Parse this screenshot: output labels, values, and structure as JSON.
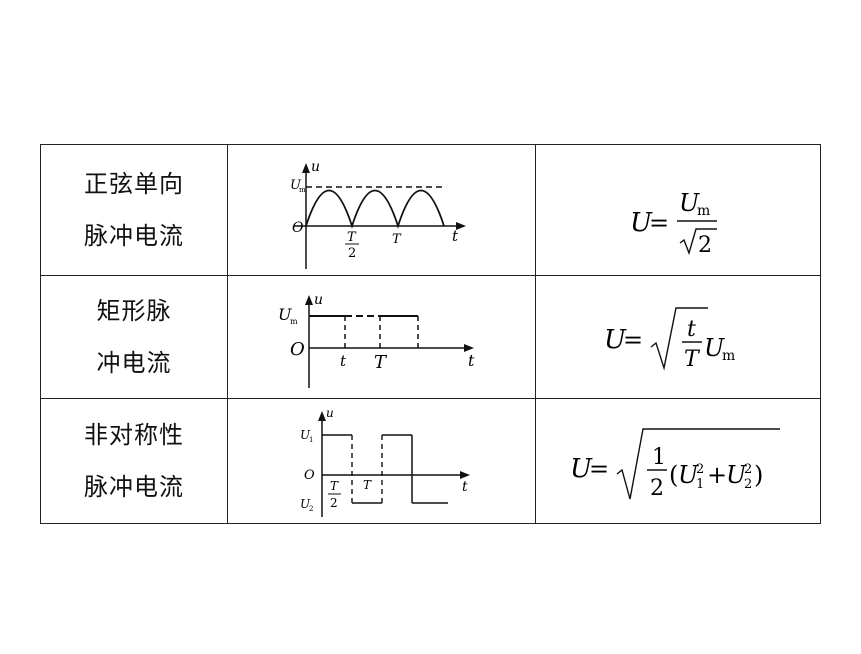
{
  "rows": [
    {
      "name_lines": [
        "正弦单向",
        "脉冲电流"
      ],
      "graph": {
        "u": "u",
        "t": "t",
        "o": "O",
        "um": "U",
        "um_sub": "m",
        "half_num": "T",
        "half_den": "2",
        "period": "T"
      },
      "formula": {
        "lhs": "U",
        "eq": "=",
        "num": "U",
        "num_sub": "m",
        "den": "2"
      }
    },
    {
      "name_lines": [
        "矩形脉",
        "冲电流"
      ],
      "graph": {
        "u": "u",
        "t": "t",
        "o": "O",
        "um": "U",
        "um_sub": "m",
        "tick_t": "t",
        "period": "T"
      },
      "formula": {
        "lhs": "U",
        "eq": "=",
        "num": "t",
        "den": "T",
        "tail": "U",
        "tail_sub": "m"
      }
    },
    {
      "name_lines": [
        "非对称性",
        "脉冲电流"
      ],
      "graph": {
        "u": "u",
        "t": "t",
        "o": "O",
        "u1": "U",
        "u1_sub": "1",
        "u2": "U",
        "u2_sub": "2",
        "half_num": "T",
        "half_den": "2",
        "period": "T"
      },
      "formula": {
        "lhs": "U",
        "eq": "=",
        "num": "1",
        "den": "2",
        "open": "(",
        "a": "U",
        "a_sub": "1",
        "a_sup": "2",
        "plus": "+",
        "b": "U",
        "b_sub": "2",
        "b_sup": "2",
        "close": ")"
      }
    }
  ]
}
